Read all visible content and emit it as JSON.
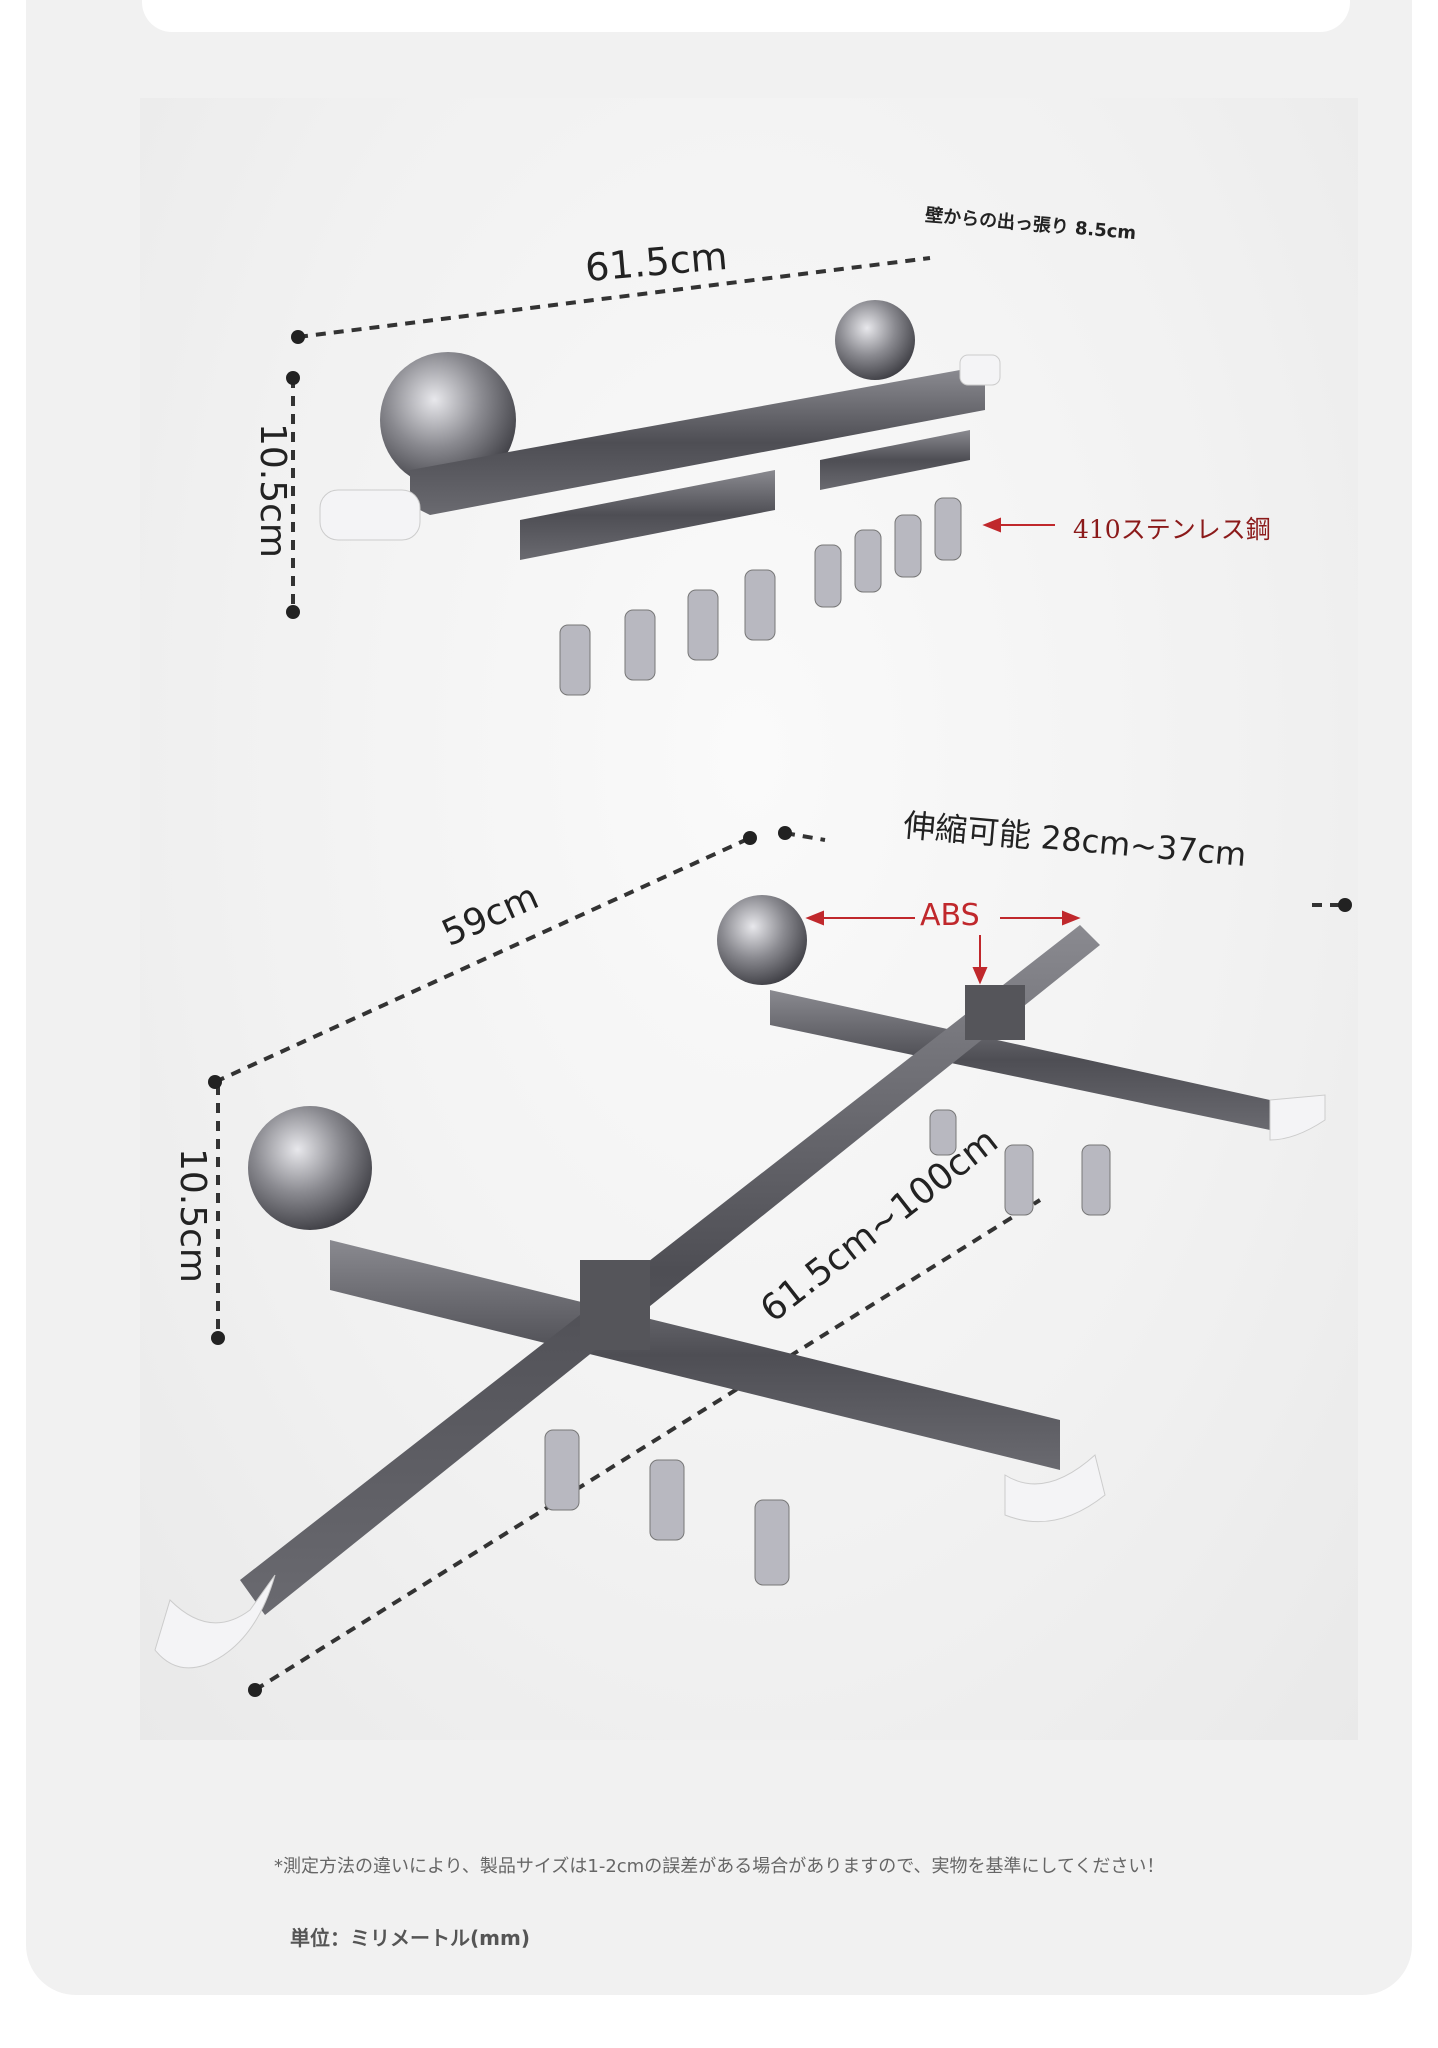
{
  "top_rack": {
    "width_label": "61.5cm",
    "depth_label": "壁からの出っ張り 8.5cm",
    "height_label": "10.5cm",
    "material_label": "410ステンレス鋼"
  },
  "bottom_rack": {
    "extend_label": "伸縮可能 28cm~37cm",
    "width_label": "59cm",
    "material_label": "ABS",
    "height_label": "10.5cm",
    "length_label": "61.5cm~100cm"
  },
  "footnote": "*測定方法の違いにより、製品サイズは1-2cmの誤差がある場合がありますので、実物を基準にしてください！",
  "unit_label": "単位：ミリメートル(mm)",
  "colors": {
    "accent_red": "#c0282c",
    "label_red": "#8b1a1a",
    "metal": "#5a5a5e"
  }
}
